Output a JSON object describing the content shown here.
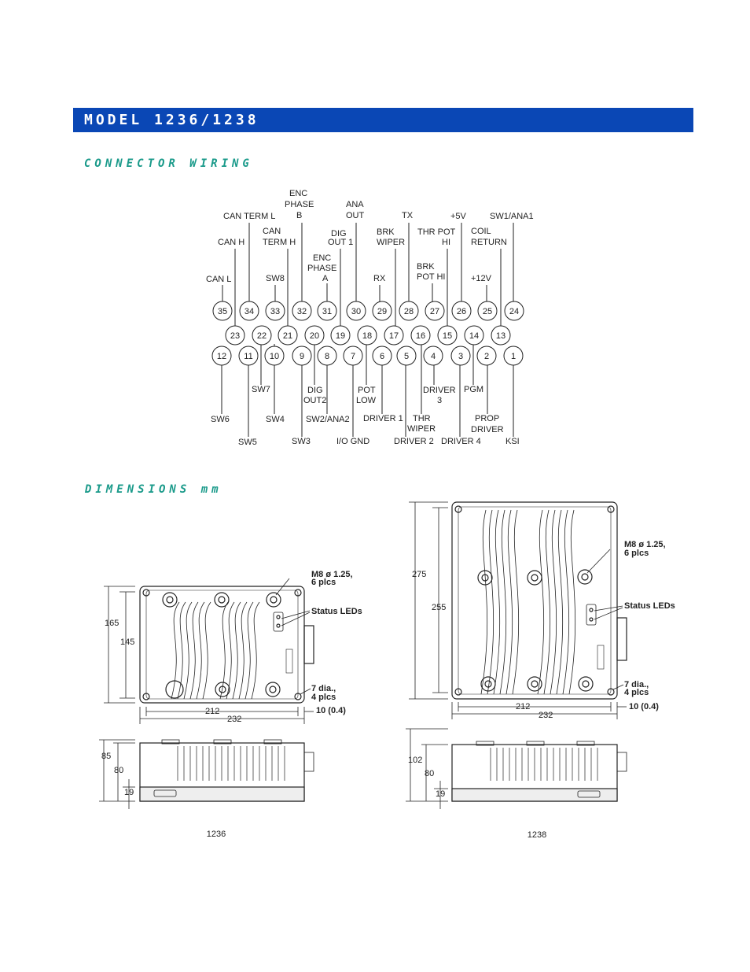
{
  "header": {
    "title": "MODEL 1236/1238"
  },
  "sections": {
    "wiring": "CONNECTOR WIRING",
    "dimensions": "DIMENSIONS mm"
  },
  "connector": {
    "row1": [
      "35",
      "34",
      "33",
      "32",
      "31",
      "30",
      "29",
      "28",
      "27",
      "26",
      "25",
      "24"
    ],
    "row2": [
      "23",
      "22",
      "21",
      "20",
      "19",
      "18",
      "17",
      "16",
      "15",
      "14",
      "13"
    ],
    "row3": [
      "12",
      "11",
      "10",
      "9",
      "8",
      "7",
      "6",
      "5",
      "4",
      "3",
      "2",
      "1"
    ],
    "top_labels": {
      "enc_phase_b": [
        "ENC",
        "PHASE",
        "B"
      ],
      "ana_out": [
        "ANA",
        "OUT"
      ],
      "can_term_l": "CAN TERM L",
      "tx": "TX",
      "plus5v": "+5V",
      "sw1_ana1": "SW1/ANA1",
      "can_h": "CAN H",
      "can_term_h": [
        "CAN",
        "TERM H"
      ],
      "dig_out1": [
        "DIG",
        "OUT 1"
      ],
      "brk_wiper": [
        "BRK",
        "WIPER"
      ],
      "thr_pot_hi": [
        "THR POT",
        "HI"
      ],
      "coil_return": [
        "COIL",
        "RETURN"
      ],
      "enc_phase_a": [
        "ENC",
        "PHASE",
        "A"
      ],
      "can_l": "CAN L",
      "sw8": "SW8",
      "rx": "RX",
      "brk_pot_hi": [
        "BRK",
        "POT HI"
      ],
      "plus12v": "+12V"
    },
    "bottom_labels": {
      "sw7": "SW7",
      "dig_out2": [
        "DIG",
        "OUT2"
      ],
      "pot_low": [
        "POT",
        "LOW"
      ],
      "driver3": [
        "DRIVER",
        "3"
      ],
      "pgm": "PGM",
      "sw6": "SW6",
      "sw4": "SW4",
      "sw2_ana2": "SW2/ANA2",
      "driver1": "DRIVER 1",
      "thr_wiper": [
        "THR",
        "WIPER"
      ],
      "prop_driver": [
        "PROP",
        "DRIVER"
      ],
      "sw5": "SW5",
      "sw3": "SW3",
      "io_gnd": "I/O GND",
      "driver2": "DRIVER 2",
      "driver4": "DRIVER 4",
      "ksi": "KSI"
    }
  },
  "dims_1236": {
    "h_outer": "165",
    "h_inner": "145",
    "w_inner": "212",
    "w_outer": "232",
    "mount": [
      "M8 ø 1.25,",
      "6 plcs"
    ],
    "status": "Status LEDs",
    "holes": [
      "7 dia.,",
      "4 plcs"
    ],
    "edge": "10  (0.4)",
    "side_total": "85",
    "side_mid": "80",
    "side_base": "19",
    "caption": "1236"
  },
  "dims_1238": {
    "h_outer": "275",
    "h_inner": "255",
    "w_inner": "212",
    "w_outer": "232",
    "mount": [
      "M8 ø 1.25,",
      "6 plcs"
    ],
    "status": "Status LEDs",
    "holes": [
      "7 dia.,",
      "4 plcs"
    ],
    "edge": "10  (0.4)",
    "side_total": "102",
    "side_mid": "80",
    "side_base": "19",
    "caption": "1238"
  }
}
